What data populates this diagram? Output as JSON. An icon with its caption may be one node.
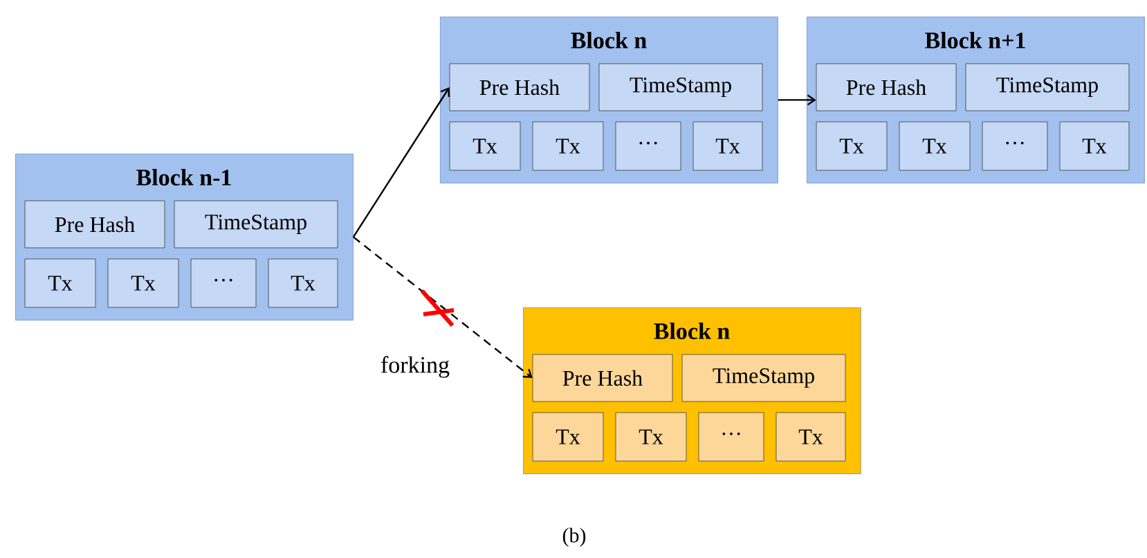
{
  "diagram": {
    "caption": "(b)",
    "nodes": [
      {
        "text": [
          "Block n-1"
        ]
      },
      {
        "text": [
          "Pre Hash"
        ],
        "in": 0
      },
      {
        "text": [
          "TimeStamp"
        ],
        "in": 0
      },
      {
        "text": [
          "Tx"
        ],
        "in": 0
      },
      {
        "text": [
          "Tx"
        ],
        "in": 0
      },
      {
        "text": [
          "···"
        ],
        "in": 0
      },
      {
        "text": [
          "Tx"
        ],
        "in": 0
      },
      {
        "text": [
          "Block n"
        ]
      },
      {
        "text": [
          "Pre Hash"
        ],
        "in": 7
      },
      {
        "text": [
          "TimeStamp"
        ],
        "in": 7
      },
      {
        "text": [
          "Tx"
        ],
        "in": 7
      },
      {
        "text": [
          "Tx"
        ],
        "in": 7
      },
      {
        "text": [
          "···"
        ],
        "in": 7
      },
      {
        "text": [
          "Tx"
        ],
        "in": 7
      },
      {
        "text": [
          "Block n+1"
        ]
      },
      {
        "text": [
          "Pre Hash"
        ],
        "in": 14
      },
      {
        "text": [
          "TimeStamp"
        ],
        "in": 14
      },
      {
        "text": [
          "Tx"
        ],
        "in": 14
      },
      {
        "text": [
          "Tx"
        ],
        "in": 14
      },
      {
        "text": [
          "···"
        ],
        "in": 14
      },
      {
        "text": [
          "Tx"
        ],
        "in": 14
      },
      {
        "text": [
          "Block n"
        ]
      },
      {
        "text": [
          "Pre Hash"
        ],
        "in": 21
      },
      {
        "text": [
          "TimeStamp"
        ],
        "in": 21
      },
      {
        "text": [
          "Tx"
        ],
        "in": 21
      },
      {
        "text": [
          "Tx"
        ],
        "in": 21
      },
      {
        "text": [
          "···"
        ],
        "in": 21
      },
      {
        "text": [
          "Tx"
        ],
        "in": 21
      }
    ],
    "edges": [
      {
        "from": 0,
        "to": 8,
        "arrow": "to"
      },
      {
        "from": 7,
        "to": 15,
        "arrow": "to"
      },
      {
        "from": 0,
        "to": 22,
        "arrow": "to",
        "style": "dashed",
        "label": "forking"
      }
    ]
  }
}
